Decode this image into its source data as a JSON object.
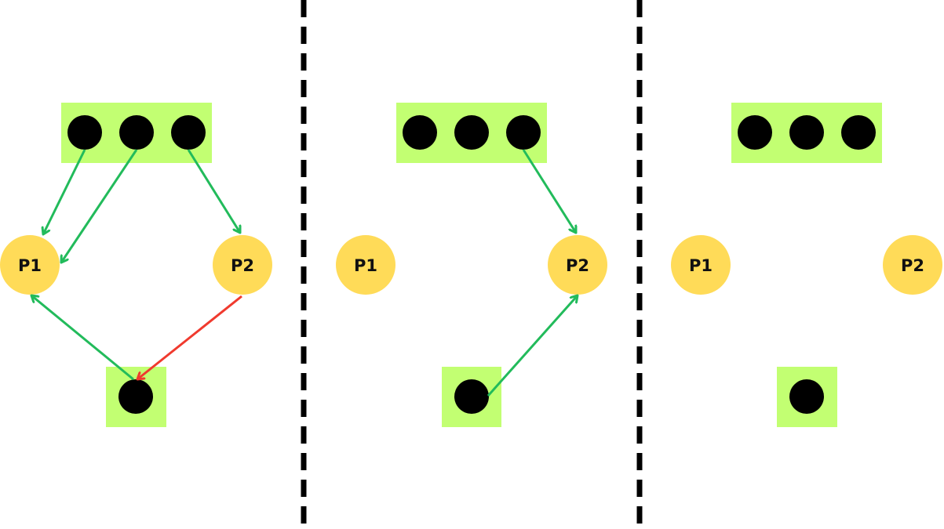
{
  "colors": {
    "background": "#ffffff",
    "resource_box": "#c2ff72",
    "instance_dot": "#000000",
    "process_circle": "#ffdb58",
    "edge_green": "#22bb5b",
    "edge_red": "#f03a2e",
    "divider": "#000000"
  },
  "panels": [
    {
      "process_labels": {
        "p1": "P1",
        "p2": "P2"
      },
      "edges": [
        "green",
        "green",
        "green",
        "green",
        "red"
      ]
    },
    {
      "process_labels": {
        "p1": "P1",
        "p2": "P2"
      },
      "edges": [
        "green",
        "green"
      ]
    },
    {
      "process_labels": {
        "p1": "P1",
        "p2": "P2"
      },
      "edges": []
    }
  ]
}
